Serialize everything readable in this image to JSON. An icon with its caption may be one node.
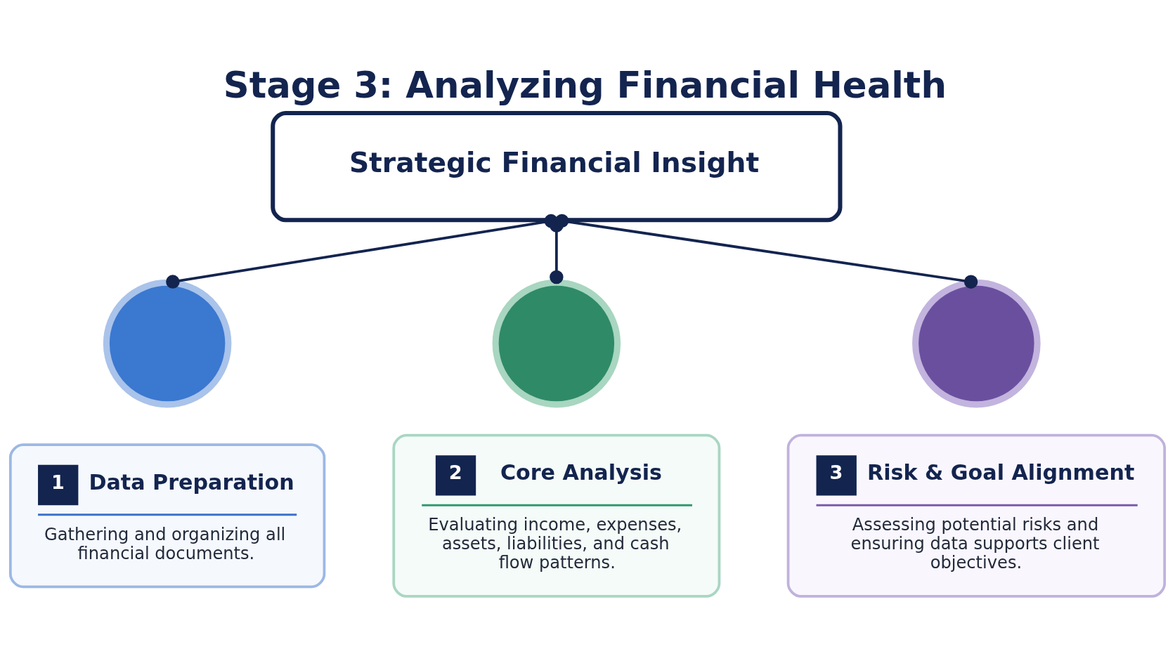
{
  "diagram": {
    "title": "Stage 3: Analyzing Financial Health",
    "nodes": [
      {
        "text": [
          "Strategic Financial Insight"
        ]
      },
      {
        "text": [],
        "shape": "circle"
      },
      {
        "text": [
          "1",
          "Data Preparation",
          "Gathering and organizing all financial documents."
        ]
      },
      {
        "text": [],
        "shape": "circle"
      },
      {
        "text": [
          "2",
          "Core Analysis",
          "Evaluating income, expenses, assets, liabilities, and cash flow patterns."
        ]
      },
      {
        "text": [],
        "shape": "circle"
      },
      {
        "text": [
          "3",
          "Risk & Goal Alignment",
          "Assessing potential risks and ensuring data supports client objectives."
        ]
      }
    ],
    "edges": [
      {
        "from": 0,
        "to": 1,
        "arrow": "other"
      },
      {
        "from": 0,
        "to": 3,
        "arrow": "other"
      },
      {
        "from": 0,
        "to": 5,
        "arrow": "other"
      }
    ]
  }
}
